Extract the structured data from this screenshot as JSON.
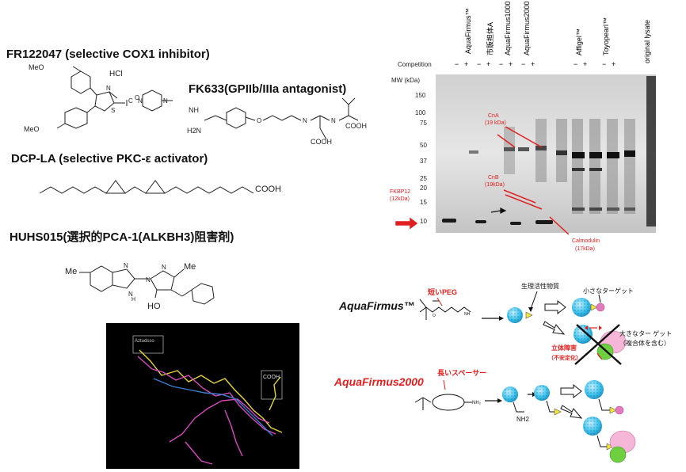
{
  "compounds": {
    "fr": {
      "title": "FR122047 (selective COX1 inhibitor)",
      "hcl": "HCl",
      "ome1": "MeO",
      "ome2": "MeO"
    },
    "fk": {
      "title": "FK633(GPIIb/IIIa antagonist)",
      "h2n": "H2N",
      "nh": "NH",
      "cooh1": "COOH",
      "cooh2": "COOH"
    },
    "dcp": {
      "title": "DCP-LA (selective PKC-ε  activator)",
      "cooh": "COOH"
    },
    "huhs": {
      "title": "HUHS015(選択的PCA-1(ALKBH3)阻害剤)",
      "me1": "Me",
      "me2": "Me",
      "ho": "HO"
    }
  },
  "overlay": {
    "lbl1": "Aztudsso",
    "lbl2": "COOH"
  },
  "gel": {
    "competition": "Competition",
    "mw_label": "MW (kDa)",
    "mw_values": [
      "150",
      "100",
      "75",
      "50",
      "37",
      "25",
      "20",
      "15",
      "10"
    ],
    "lanes": [
      "AquaFirmus™",
      "市販担体A",
      "AquaFirmus1000",
      "AquaFirmus2000",
      "Affigel™",
      "Toyopearl™",
      "original lysate"
    ],
    "signs": [
      "−",
      "+",
      "−",
      "+",
      "−",
      "+",
      "−",
      "+",
      "−",
      "+",
      "−",
      "+"
    ],
    "cna": "CnA\n(19 kDa)",
    "cnb": "CnB\n(19kDa)",
    "fkbp": "FKBP12\n(12kDa)",
    "calmodulin": "Calmodulin\n(17kDa)"
  },
  "scheme": {
    "aqua": "AquaFirmus™",
    "aqua2000": "AquaFirmus2000",
    "short_peg": "短いPEG",
    "bioactive": "生理活性物質",
    "small_target": "小さなターゲット",
    "large_target": "大きなター ゲット\n（複合体を含む）",
    "steric": "立体障害\n（不安定化）",
    "long_spacer": "長いスペーサー",
    "nh2": "NH2"
  }
}
